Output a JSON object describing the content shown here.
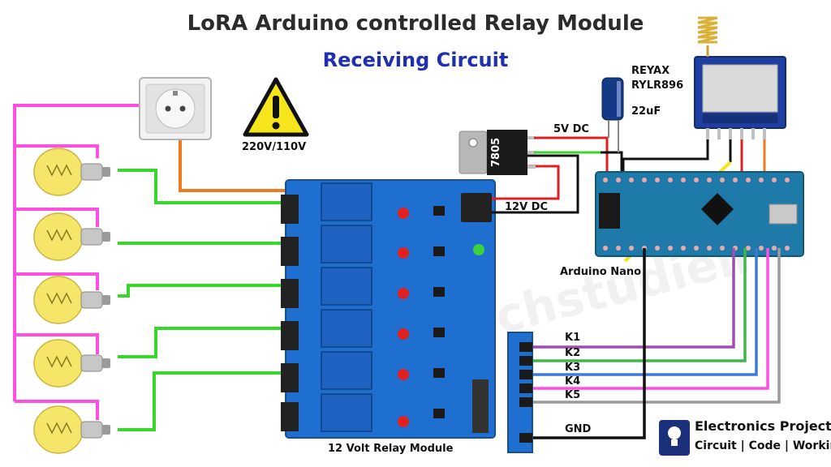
{
  "title": "LoRA Arduino controlled Relay Module",
  "subtitle": "Receiving Circuit",
  "labels": {
    "warning": "220V/110V",
    "capacitor": "22uF",
    "regulator": "7805",
    "supply_5v": "5V DC",
    "supply_12v": "12V DC",
    "lora_model_1": "REYAX",
    "lora_model_2": "RYLR896",
    "arduino": "Arduino Nano",
    "relay_module": "12 Volt Relay Module",
    "gnd": "GND"
  },
  "signals": [
    "K1",
    "K2",
    "K3",
    "K4",
    "K5"
  ],
  "watermark": "/techstudiell",
  "brand": {
    "name": "Electronics Projects",
    "tagline": "Circuit | Code | Working"
  },
  "colors": {
    "neutral": "#ff4fe0",
    "phase": "#f07a20",
    "lamp": "#39d62b",
    "k1": "#9b4fb0",
    "k2": "#3fb84a",
    "k3": "#3a7bd5",
    "k4": "#ff4fe0",
    "k5": "#9a9a9a",
    "gnd": "#111111",
    "pcb": "#1f6fd1",
    "nano": "#1e7aa8"
  }
}
